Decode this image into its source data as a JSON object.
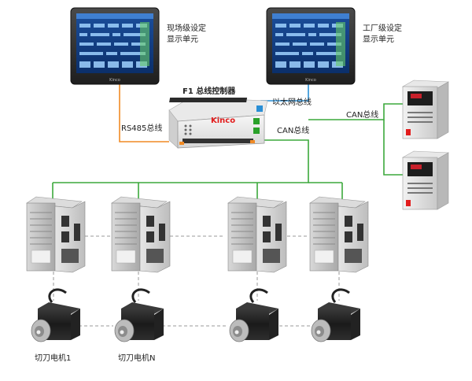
{
  "hmi_left": {
    "line1": "现场级设定",
    "line2": "显示单元",
    "brand": "Kinco"
  },
  "hmi_right": {
    "line1": "工厂级设定",
    "line2": "显示单元",
    "brand": "Kinco"
  },
  "controller": {
    "title": "F1 总线控制器",
    "brand": "Kinco"
  },
  "links": {
    "rs485": "RS485总线",
    "ethernet": "以太网总线",
    "can_controller": "CAN总线",
    "can_inverters": "CAN总线"
  },
  "motors": {
    "first_label": "切刀电机1",
    "last_label": "切刀电机N"
  },
  "colors": {
    "can_line": "#3ca83c",
    "rs485_line": "#f08a24",
    "ethernet_line": "#2a8fd6",
    "dashed_link": "#999999"
  }
}
